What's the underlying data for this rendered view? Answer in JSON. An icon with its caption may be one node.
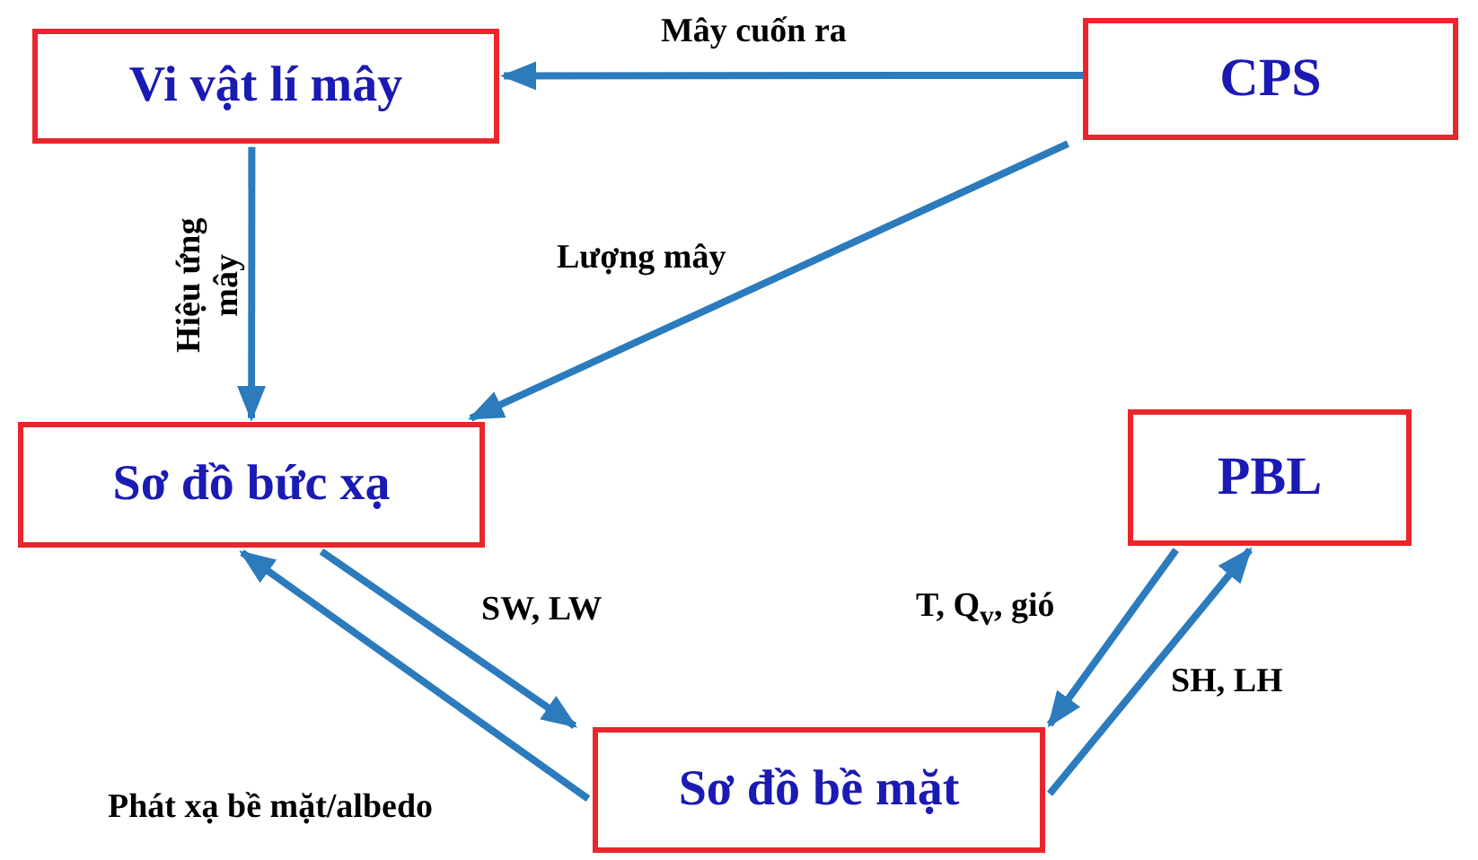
{
  "diagram": {
    "nodes": [
      {
        "text": [
          "Vi vật lí mây"
        ]
      },
      {
        "text": [
          "CPS"
        ]
      },
      {
        "text": [
          "Sơ đồ bức xạ"
        ]
      },
      {
        "text": [
          "PBL"
        ]
      },
      {
        "text": [
          "Sơ đồ bề mặt"
        ]
      }
    ],
    "edges": [
      {
        "from": 1,
        "to": 0,
        "arrow": "to",
        "label": "Mây cuốn ra"
      },
      {
        "from": 0,
        "to": 2,
        "arrow": "to",
        "label": "Hiệu ứng mây"
      },
      {
        "from": 1,
        "to": 2,
        "arrow": "to",
        "label": "Lượng mây"
      },
      {
        "from": 4,
        "to": 2,
        "arrow": "to",
        "label": "Phát xạ bề mặt/albedo"
      },
      {
        "from": 2,
        "to": 4,
        "arrow": "to",
        "label": "SW, LW"
      },
      {
        "from": 3,
        "to": 4,
        "arrow": "to",
        "label": "T, Q$_{v}$, gió"
      },
      {
        "from": 4,
        "to": 3,
        "arrow": "to",
        "label": "SH, LH"
      }
    ]
  }
}
